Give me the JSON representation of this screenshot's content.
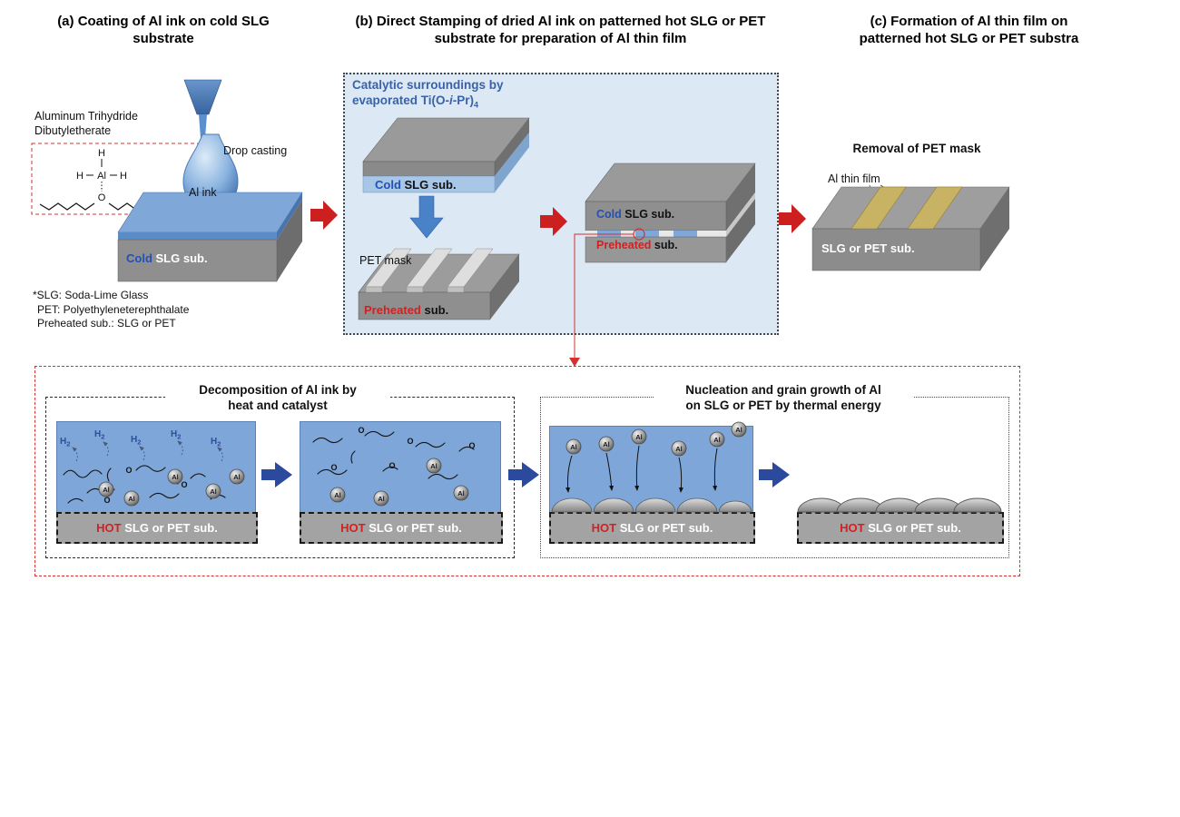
{
  "colors": {
    "accent_red": "#d42020",
    "accent_blue": "#2450b4",
    "chamber_bg": "#dce9f5",
    "reaction_box_blue": "#7ea6d8",
    "al_film_gold": "#c8b264",
    "substrate_gray": "#a3a3a3"
  },
  "titles": {
    "a": "(a) Coating of Al ink on cold SLG substrate",
    "b": "(b) Direct Stamping of dried Al ink on patterned hot SLG or PET substrate for preparation of Al thin film",
    "c": "(c) Formation of Al thin film on patterned hot SLG or PET substra"
  },
  "panel_a": {
    "chemical_name_line1": "Aluminum Trihydride",
    "chemical_name_line2": "Dibutyletherate",
    "atoms": {
      "h": "H",
      "al": "Al",
      "o": "O"
    },
    "drop_casting": "Drop casting",
    "al_ink": "Al ink",
    "cold": "Cold",
    "slg_sub": " SLG sub.",
    "footnote1": "*SLG: Soda-Lime Glass",
    "footnote2": "PET: Polyethyleneterephthalate",
    "footnote3": "Preheated sub.: SLG or PET"
  },
  "panel_b": {
    "catalytic_line1": "Catalytic surroundings by",
    "catalytic_pre": "evaporated Ti(O-",
    "catalytic_italic": "i",
    "catalytic_post": "-Pr)",
    "catalytic_sub": "4",
    "cold": "Cold",
    "slg_sub": " SLG sub.",
    "pet_mask": "PET mask",
    "preheated": "Preheated",
    "sub_rest": " sub."
  },
  "panel_c": {
    "removal_title": "Removal of PET mask",
    "al_thin_film": "Al thin film",
    "substrate": "SLG or PET sub."
  },
  "bottom": {
    "decomposition_title_line1": "Decomposition of Al ink by",
    "decomposition_title_line2": "heat and catalyst",
    "nucleation_title_line1": "Nucleation and grain growth of Al",
    "nucleation_title_line2": "on SLG or PET by thermal energy",
    "hot": "HOT",
    "hot_rest": " SLG or PET sub.",
    "h2": "H",
    "h2_sub": "2",
    "al_particle": "Al",
    "o_atom": "O"
  }
}
